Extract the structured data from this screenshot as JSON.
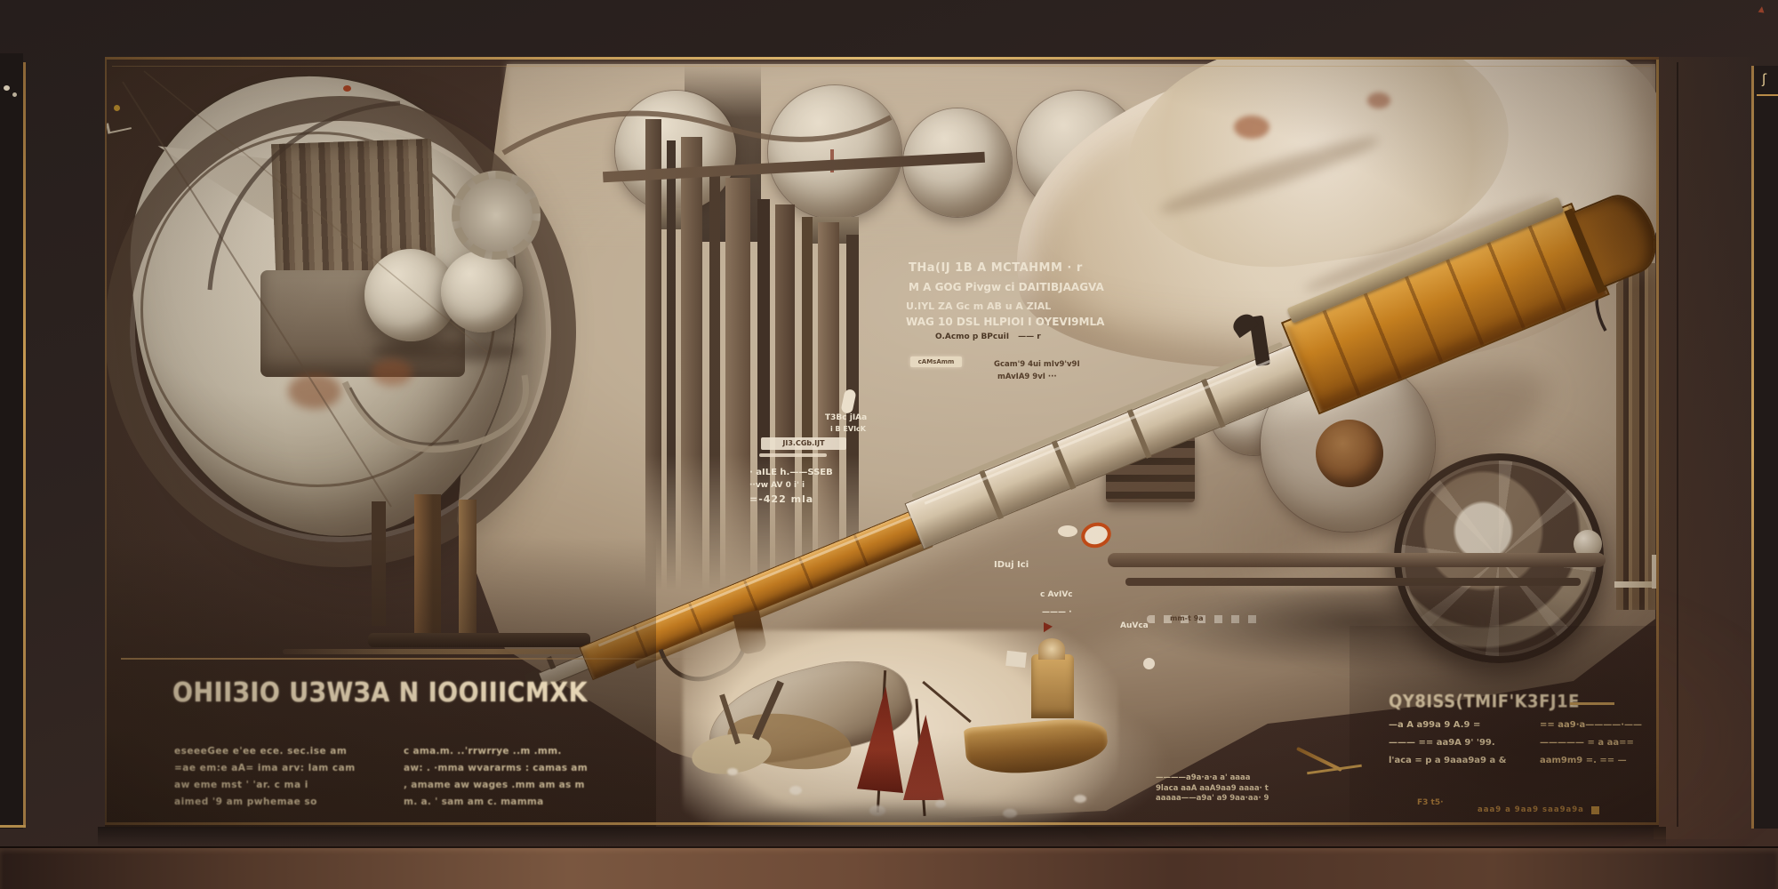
{
  "artwork": {
    "style": "steampunk-schematic-poster",
    "palette": {
      "wall": "#2d2320",
      "floor": "#6e4b37",
      "frame_gold": "#c79a52",
      "plate": "#bfb19a",
      "metal_light": "#dcd5c5",
      "metal_dark": "#4e3f33",
      "wood_orange": "#c07a1e",
      "rust_red": "#8a3a26",
      "sail_red": "#6a1f15",
      "text_cream": "#e6d8b2",
      "text_white": "#f3eedd",
      "text_dark": "#4e3b2a"
    },
    "center_note": {
      "line1": "THa(IJ 1B  A  MCTAHMM · r",
      "line2": "M A GOG Pivgw ci DAITIBJAAGVA",
      "line3": "U.IYL ZA  Gc m AB  u  A ZIAL",
      "line4": "WAG 10 DSL HLPIOI I OYEVI9MLA",
      "line5": "O.Acmo p BPcuiI",
      "line5_dash": "—— r",
      "tag_pill": "cAMsAmm",
      "sub1": "Gcam'9 4ui mIv9'v9I",
      "sub2": "mAvIA9 9vI ···"
    },
    "labels": {
      "a1": "T3Bc jIAa",
      "a2": "i B EVIcK",
      "b": "JI3.CGb.IJT",
      "c1": "· aILE h.——SSEB",
      "c2": "··vw AV 0 i' i",
      "c3": "=-422 mla",
      "d": "IDuj Ici",
      "e": "c AvIVc",
      "f": "——— ·",
      "g": "AuVca",
      "h": "mm-t 9a"
    },
    "title_block": {
      "title": "OHIIЗIO UЗWЗA N IOOIIICMXK",
      "left_col": [
        "eseeeGee e'ee ece. sec.ise am",
        "=ae em:e aA= ima arv: lam cam",
        "aw eme mst ' 'ar. c ma i",
        "aimed '9 am pwhemae so"
      ],
      "right_col": [
        "c ama.m. ..'rrwrrye ..m .mm.",
        "aw: . ·mma wvararms : camas am",
        ", amame aw wages .mm am as m",
        "m. a. ' sam am c. mamma"
      ]
    },
    "right_block": {
      "heading": "QY8ISS(TMIF'K3FJ1E",
      "heading_dash": "———",
      "rows": [
        [
          "—a A a99a 9  A.9 =",
          "== aa9·a————·——"
        ],
        [
          "——— == aa9A 9' '99.",
          "————— = a aa=="
        ],
        [
          "l'aca = p a 9aaa9a9 a &",
          "aam9m9 =. == —"
        ]
      ],
      "footer_small": "F3 t5·",
      "footer_line": "aaa9 a 9aa9 saa9a9a"
    },
    "ship_note": [
      "————a9a·a·a  a'  aaaa",
      "9laca aaA aaA9aa9 aaaa· t",
      "aaaaa——a9a'  a9  9aa·aa·  9"
    ],
    "marks": {
      "corner": "▲",
      "flame": "ʃ"
    }
  }
}
